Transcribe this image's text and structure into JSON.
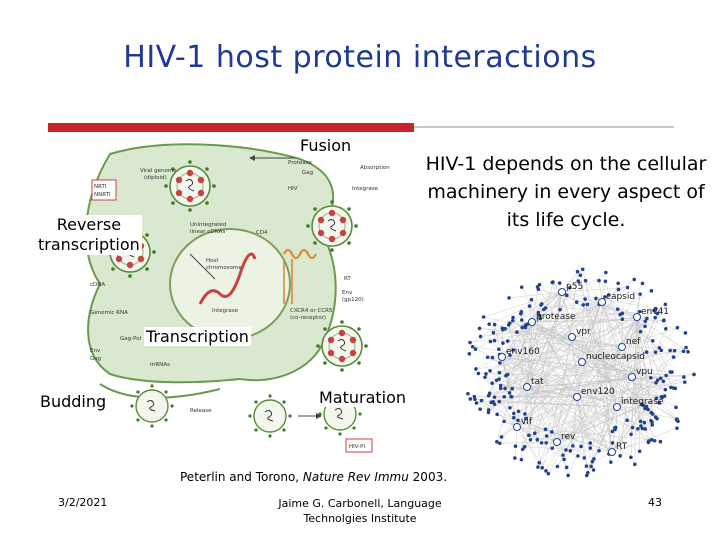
{
  "slide": {
    "title": "HIV-1 host protein interactions",
    "statement": "HIV-1 depends on the cellular machinery in every aspect of its life cycle.",
    "citation": {
      "authors": "Peterlin and Torono, ",
      "journal": "Nature Rev Immu",
      "year": " 2003."
    },
    "footer": {
      "date": "3/2/2021",
      "author_line1": "Jaime G. Carbonell, Language",
      "author_line2": "Technolgies Institute",
      "page": "43"
    }
  },
  "lifecycle": {
    "stage_labels": {
      "fusion": "Fusion",
      "reverse_line1": "Reverse",
      "reverse_line2": "transcription",
      "transcription": "Transcription",
      "budding": "Budding",
      "maturation": "Maturation"
    },
    "small_labels": {
      "nrti": "NRTI",
      "nnrti": "NNRTI",
      "viral_genome": "Viral genome",
      "diploid": "(diploid)",
      "protease": "Protease",
      "absorption": "Absorption",
      "gag": "Gag",
      "hiv": "HIV",
      "integrase": "Integrase",
      "cd4": "CD4",
      "unintegrated_1": "Unintegrated",
      "unintegrated_2": "linear cDNAs",
      "cdna": "cDNA",
      "host_1": "Host",
      "host_2": "chromosome",
      "integrase2": "Integrase",
      "genomic_rna": "Genomic RNA",
      "rt": "RT",
      "env_1": "Env",
      "env_2": "(gp120)",
      "cxcr4_1": "CXCR4 or CCR5",
      "cxcr4_2": "(co-receptor)",
      "gagpol": "Gag-Pol",
      "env": "Env",
      "gag2": "Gag",
      "mrnas": "mRNAs",
      "release": "Release",
      "hiv_pi": "HIV-PI"
    }
  },
  "network": {
    "node_labels": [
      "p55",
      "capsid",
      "env41",
      "protease",
      "vpr",
      "nef",
      "env160",
      "nucleocapsid",
      "vpu",
      "tat",
      "env120",
      "integrase",
      "vif",
      "rev",
      "RT"
    ]
  },
  "colors": {
    "title": "#1f3a93",
    "accent_bar": "#c8252b",
    "cell_fill": "#d9e8cf",
    "virion_dot": "#c8433f",
    "network_node": "#23448c"
  }
}
